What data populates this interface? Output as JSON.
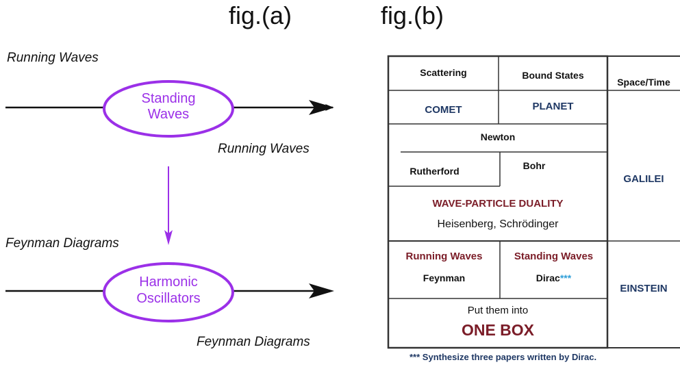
{
  "fig_a": {
    "title": "fig.(a)",
    "top": {
      "label_in": "Running Waves",
      "oval_line1": "Standing",
      "oval_line2": "Waves",
      "label_out": "Running Waves"
    },
    "bottom": {
      "label_in": "Feynman Diagrams",
      "oval_line1": "Harmonic",
      "oval_line2": "Oscillators",
      "label_out": "Feynman Diagrams"
    },
    "colors": {
      "oval": "#9b30e8",
      "text": "#9b30e8",
      "arrow": "#9b30e8",
      "line": "#111111"
    }
  },
  "fig_b": {
    "title": "fig.(b)",
    "scattering": "Scattering",
    "bound_states": "Bound States",
    "space_time": "Space/Time",
    "comet": "COMET",
    "planet": "PLANET",
    "newton": "Newton",
    "rutherford": "Rutherford",
    "bohr": "Bohr",
    "galilei": "GALILEI",
    "wave_particle": "WAVE-PARTICLE DUALITY",
    "heisenberg": "Heisenberg, Schrödinger",
    "running_waves": "Running Waves",
    "standing_waves": "Standing Waves",
    "feynman": "Feynman",
    "dirac": "Dirac",
    "dirac_stars": "***",
    "einstein": "EINSTEIN",
    "put_them": "Put them into",
    "one_box": "ONE BOX",
    "footnote": "*** Synthesize three papers written by Dirac.",
    "colors": {
      "navy": "#1f3864",
      "maroon": "#7b1d28",
      "star": "#2f9fd8"
    }
  }
}
